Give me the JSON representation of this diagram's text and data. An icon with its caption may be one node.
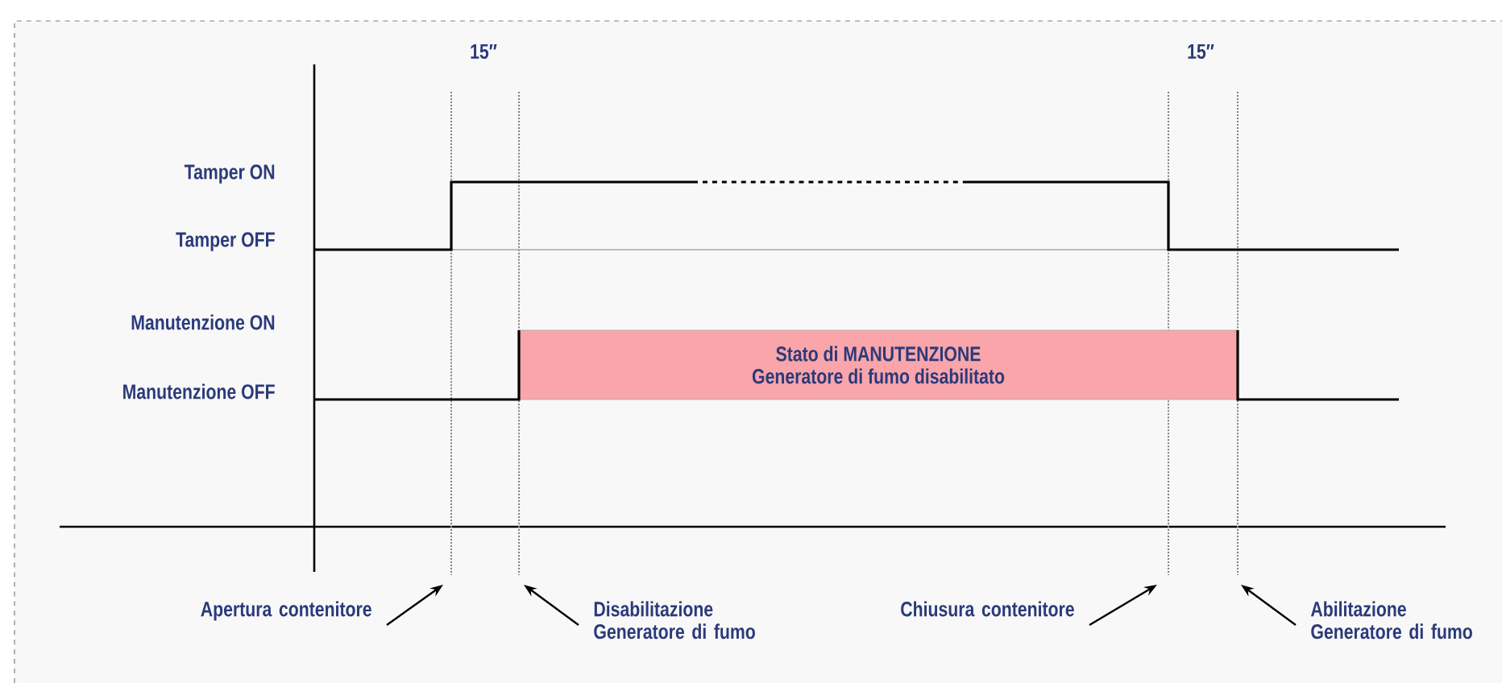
{
  "diagram": {
    "nodes": [
      {
        "text": [
          "Stato di MANUTENZIONE",
          "Generatore di fumo disabilitato"
        ]
      },
      {
        "text": [
          "Apertura contenitore"
        ]
      },
      {
        "text": [
          "Disabilitazione Generatore di fumo"
        ]
      },
      {
        "text": [
          "Chiusura contenitore"
        ]
      },
      {
        "text": [
          "Abilitazione Generatore di fumo"
        ]
      }
    ],
    "edges": [
      {
        "from": 1,
        "to": null,
        "arrow": "to"
      },
      {
        "from": 2,
        "to": null,
        "arrow": "to"
      },
      {
        "from": 3,
        "to": null,
        "arrow": "to"
      },
      {
        "from": 4,
        "to": null,
        "arrow": "to"
      }
    ],
    "labels": [
      "15″",
      "15″",
      "Tamper ON",
      "Tamper OFF",
      "Manutenzione ON",
      "Manutenzione OFF"
    ]
  }
}
